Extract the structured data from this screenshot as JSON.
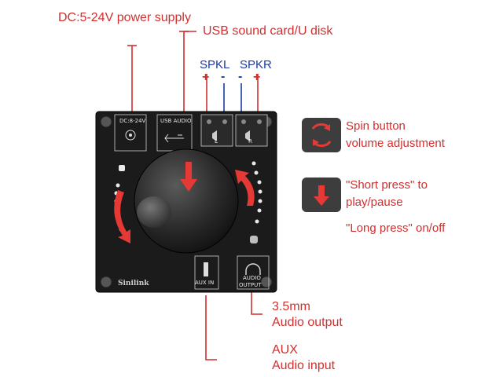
{
  "labels": {
    "power_supply": "DC:5-24V power supply",
    "usb": "USB sound card/U disk",
    "spkl": "SPKL",
    "spkr": "SPKR",
    "plus": "+",
    "minus": "-",
    "spin_line1": "Spin button",
    "spin_line2": "volume adjustment",
    "short_press_line1": "\"Short press\" to",
    "short_press_line2": "play/pause",
    "long_press": "\"Long press\" on/off",
    "audio_out_line1": "3.5mm",
    "audio_out_line2": "Audio output",
    "aux_line1": "AUX",
    "aux_line2": "Audio input"
  },
  "board": {
    "dc_label": "DC:8-24V",
    "usb_label": "USB AUDIO",
    "speaker_l": "L",
    "speaker_r": "R",
    "aux_label": "AUX IN",
    "audio_output_label_1": "AUDIO",
    "audio_output_label_2": "OUTPUT",
    "brand": "Sinilink"
  },
  "colors": {
    "accent_red": "#d32f2f",
    "accent_blue": "#1a3aa8",
    "board": "#1b1b1b"
  }
}
